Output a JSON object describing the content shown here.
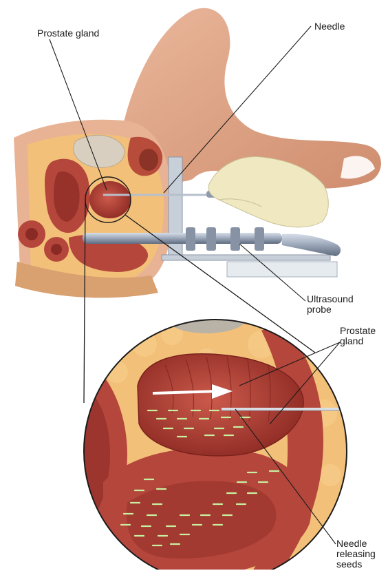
{
  "labels": {
    "prostate_gland_top": "Prostate gland",
    "needle": "Needle",
    "ultrasound_line1": "Ultrasound",
    "ultrasound_line2": "probe",
    "prostate_inset_line1": "Prostate",
    "prostate_inset_line2": "gland",
    "needle_seeds_line1": "Needle",
    "needle_seeds_line2": "releasing",
    "needle_seeds_line3": "seeds"
  },
  "colors": {
    "skin": "#e2a98c",
    "skin_shadow": "#c98a6c",
    "fat": "#f2c078",
    "tissue_red": "#b5463c",
    "tissue_dark": "#8a2a24",
    "glove": "#efe8c0",
    "probe_steel": "#a9b4c4",
    "seed": "#c8f0a0",
    "leader_line": "#1a1a1a"
  }
}
